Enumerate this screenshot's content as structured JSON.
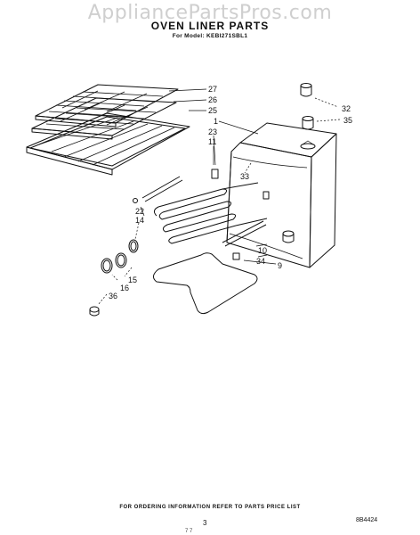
{
  "watermark": "AppliancePartsPros.com",
  "title": "OVEN LINER PARTS",
  "subtitle": "For Model: KEBI271SBL1",
  "callouts": {
    "p27": "27",
    "p26": "26",
    "p25": "25",
    "p1": "1",
    "p23": "23",
    "p11": "11",
    "p32": "32",
    "p35": "35",
    "p33": "33",
    "p22": "22",
    "p14": "14",
    "p10": "10",
    "p34": "34",
    "p9": "9",
    "p15": "15",
    "p16": "16",
    "p36": "36"
  },
  "footer": {
    "note": "FOR ORDERING INFORMATION REFER TO PARTS PRICE LIST",
    "page_number": "3",
    "code": "8B4424",
    "stamp": "7 7"
  }
}
